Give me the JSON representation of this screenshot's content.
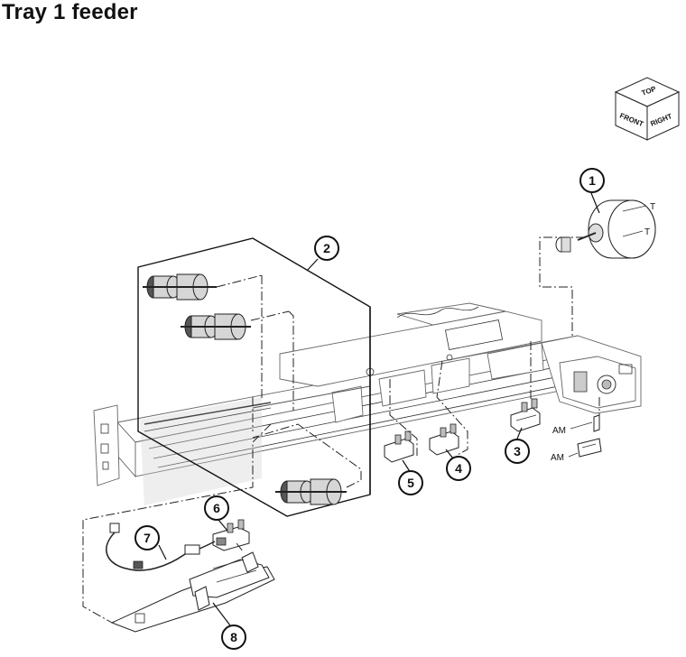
{
  "title": "Tray 1 feeder",
  "orientation_cube": {
    "top": "TOP",
    "front": "FRONT",
    "right": "RIGHT"
  },
  "callouts": [
    "1",
    "2",
    "3",
    "4",
    "5",
    "6",
    "7",
    "8"
  ],
  "labels": {
    "t1": "T",
    "t2": "T",
    "am1": "AM",
    "am2": "AM"
  }
}
